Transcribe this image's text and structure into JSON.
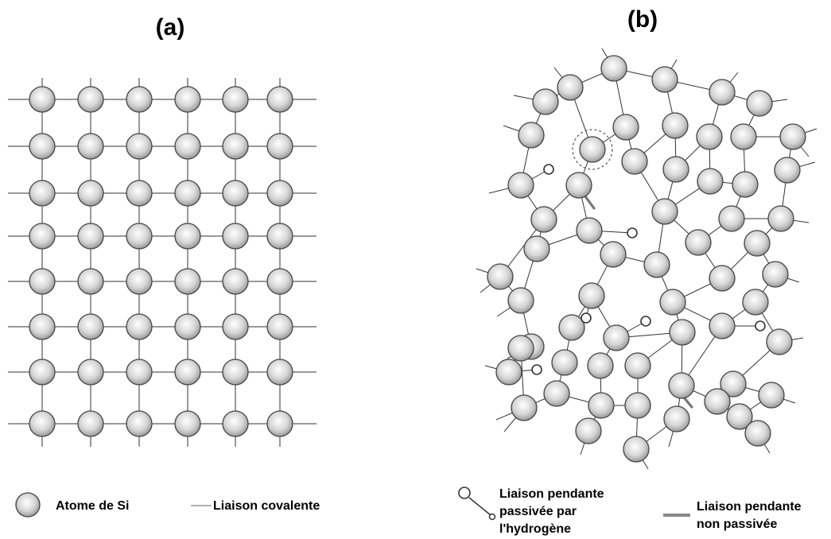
{
  "panels": {
    "a": {
      "label": "(a)"
    },
    "b": {
      "label": "(b)"
    }
  },
  "legend": {
    "atom": "Atome de Si",
    "covalent_bond": "Liaison covalente",
    "passivated_bond_lines": [
      "Liaison pendante",
      "passivée par",
      "l'hydrogène"
    ],
    "non_passivated_bond_lines": [
      "Liaison pendante",
      "non passivée"
    ]
  },
  "colors": {
    "atom_center": "#ffffff",
    "atom_edge": "#9a9a9a",
    "bond": "#333333",
    "dangling_bond": "#777777"
  }
}
